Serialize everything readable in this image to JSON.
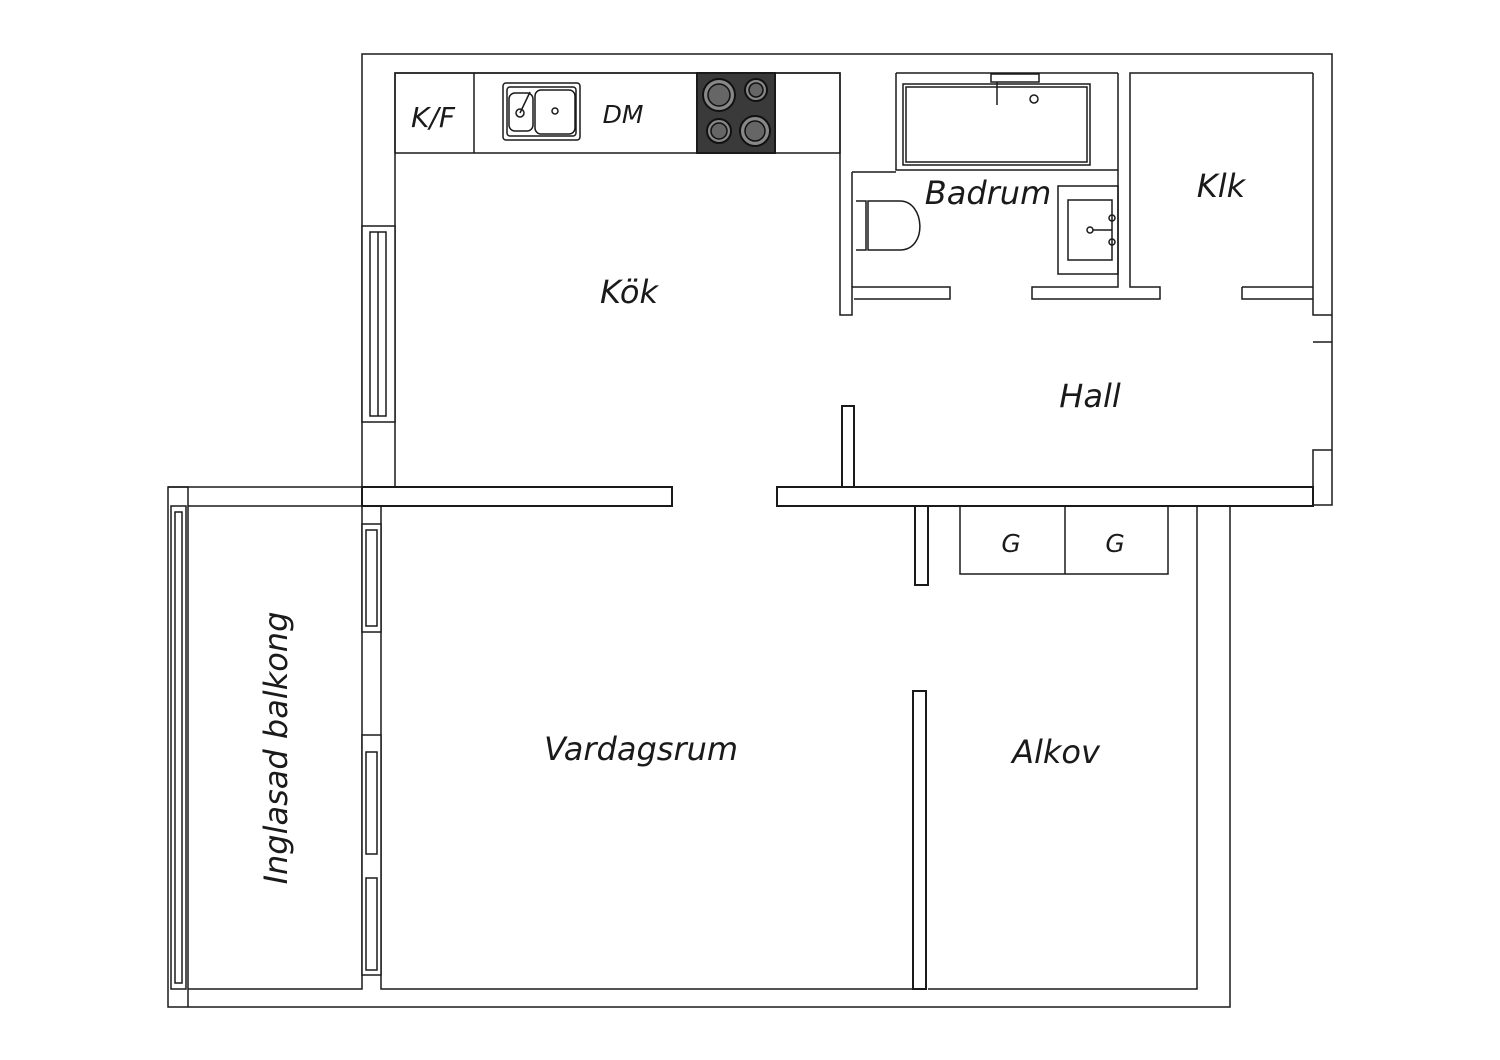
{
  "rooms": {
    "kitchen": "Kök",
    "bathroom": "Badrum",
    "closet": "Klk",
    "hall": "Hall",
    "living_room": "Vardagsrum",
    "alcove": "Alkov",
    "balcony": "Inglasad balkong"
  },
  "appliances": {
    "fridge_freezer": "K/F",
    "dishwasher": "DM",
    "wardrobe_1": "G",
    "wardrobe_2": "G"
  }
}
